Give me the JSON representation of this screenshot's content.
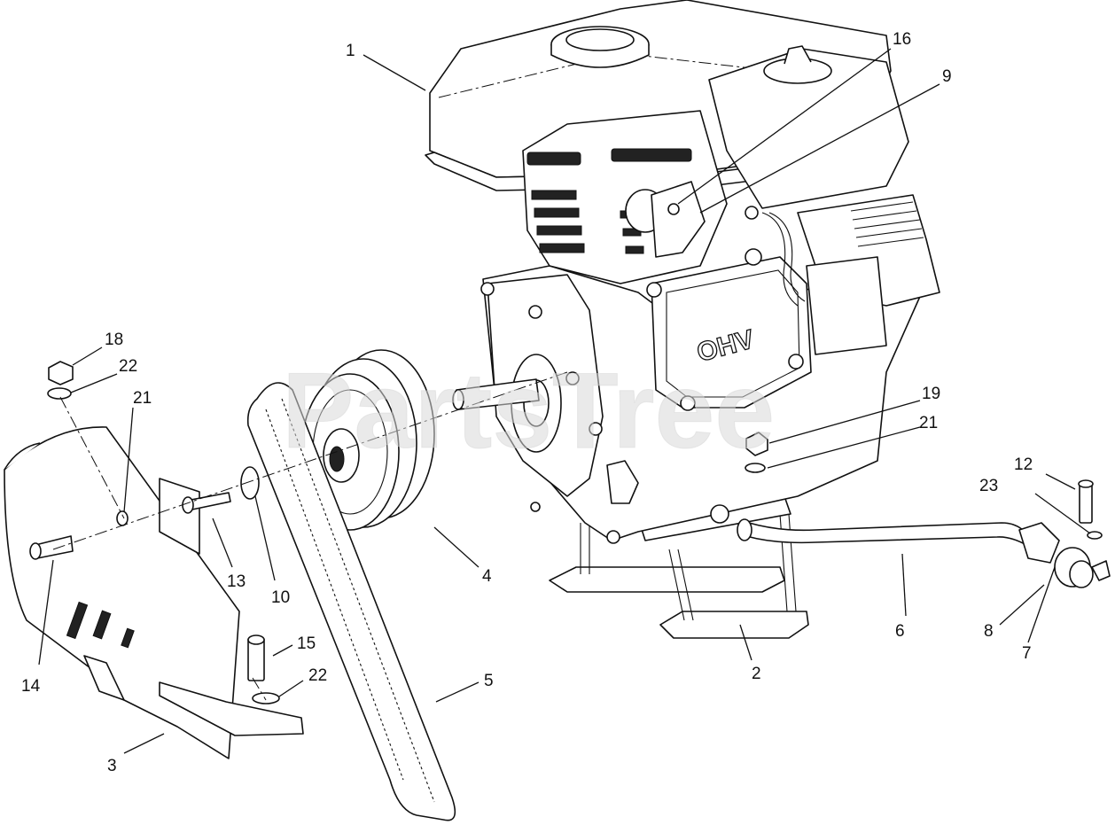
{
  "watermark": "PartsTree",
  "engine_label": "OHV",
  "callouts": [
    "1",
    "2",
    "3",
    "4",
    "5",
    "6",
    "7",
    "8",
    "9",
    "10",
    "12",
    "13",
    "14",
    "15",
    "16",
    "18",
    "19",
    "21",
    "22",
    "23"
  ],
  "colors": {
    "line": "#111111",
    "background": "#ffffff",
    "watermark": "#d9d9d9"
  }
}
